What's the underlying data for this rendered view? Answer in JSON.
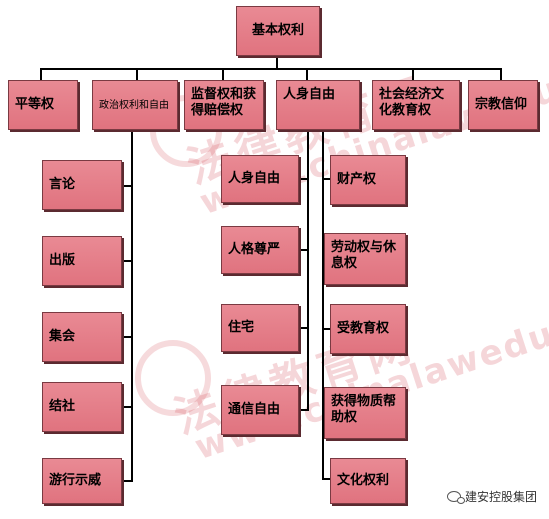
{
  "root": "基本权利",
  "categories": [
    {
      "label": "平等权"
    },
    {
      "label": "政治权利和自由",
      "children": [
        "言论",
        "出版",
        "集会",
        "结社",
        "游行示威"
      ]
    },
    {
      "label": "监督权和获得赔偿权"
    },
    {
      "label": "人身自由",
      "children": [
        "人身自由",
        "人格尊严",
        "住宅",
        "通信自由"
      ]
    },
    {
      "label": "社会经济文化教育权",
      "children": [
        "财产权",
        "劳动权与休息权",
        "受教育权",
        "获得物质帮助权",
        "文化权利"
      ]
    },
    {
      "label": "宗教信仰"
    }
  ],
  "watermark": {
    "cn": "法律教育网",
    "en": "www.chinalawedu.com"
  },
  "footer": {
    "text": "建安控股集团",
    "icon": "wechat-icon"
  },
  "colors": {
    "box_fill": "#e0737f",
    "box_border": "#7a3a42",
    "line": "#000000"
  }
}
